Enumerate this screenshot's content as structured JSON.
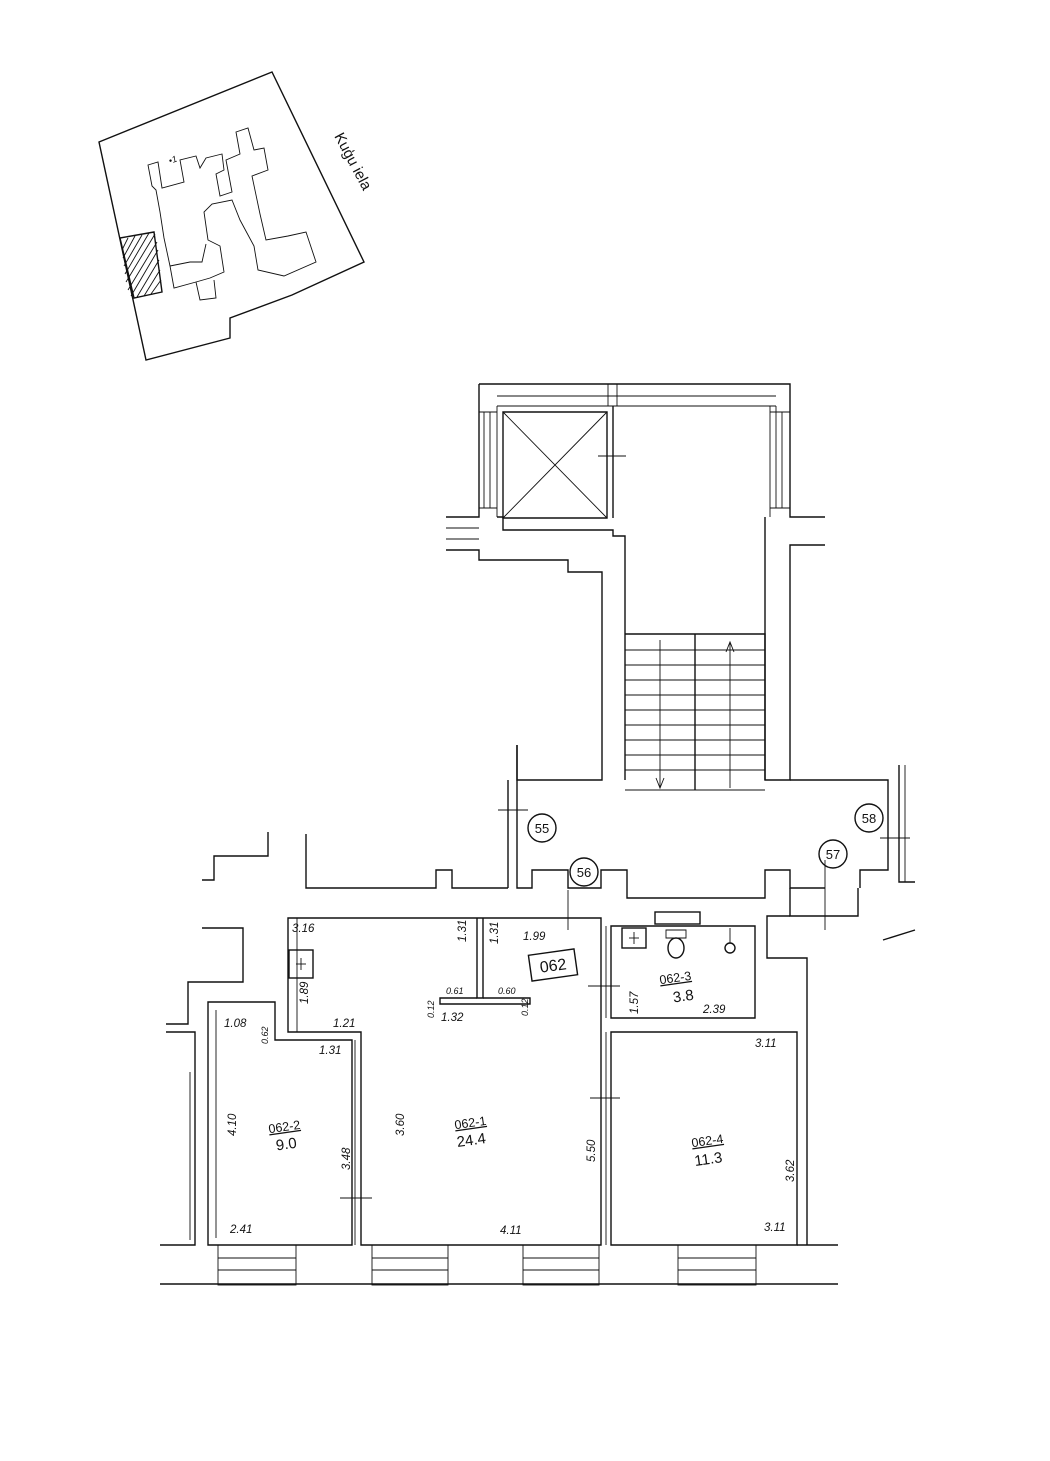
{
  "site_plan": {
    "street": "Kuģu iela",
    "marker": "•1"
  },
  "unit": {
    "number": "062"
  },
  "rooms": [
    {
      "id": "062-1",
      "area": "24.4"
    },
    {
      "id": "062-2",
      "area": "9.0"
    },
    {
      "id": "062-3",
      "area": "3.8"
    },
    {
      "id": "062-4",
      "area": "11.3"
    }
  ],
  "circle_labels": [
    "55",
    "56",
    "57",
    "58"
  ],
  "dimensions": {
    "d_316": "3.16",
    "d_131a": "1.31",
    "d_131b": "1.31",
    "d_199": "1.99",
    "d_189": "1.89",
    "d_121": "1.21",
    "d_061": "0.61",
    "d_060": "0.60",
    "d_012a": "0.12",
    "d_012b": "0.12",
    "d_132": "1.32",
    "d_108": "1.08",
    "d_062": "0.62",
    "d_131c": "1.31",
    "d_410": "4.10",
    "d_348": "3.48",
    "d_241": "2.41",
    "d_360": "3.60",
    "d_411": "4.11",
    "d_550": "5.50",
    "d_157": "1.57",
    "d_239": "2.39",
    "d_311a": "3.11",
    "d_362": "3.62",
    "d_311b": "3.11"
  }
}
